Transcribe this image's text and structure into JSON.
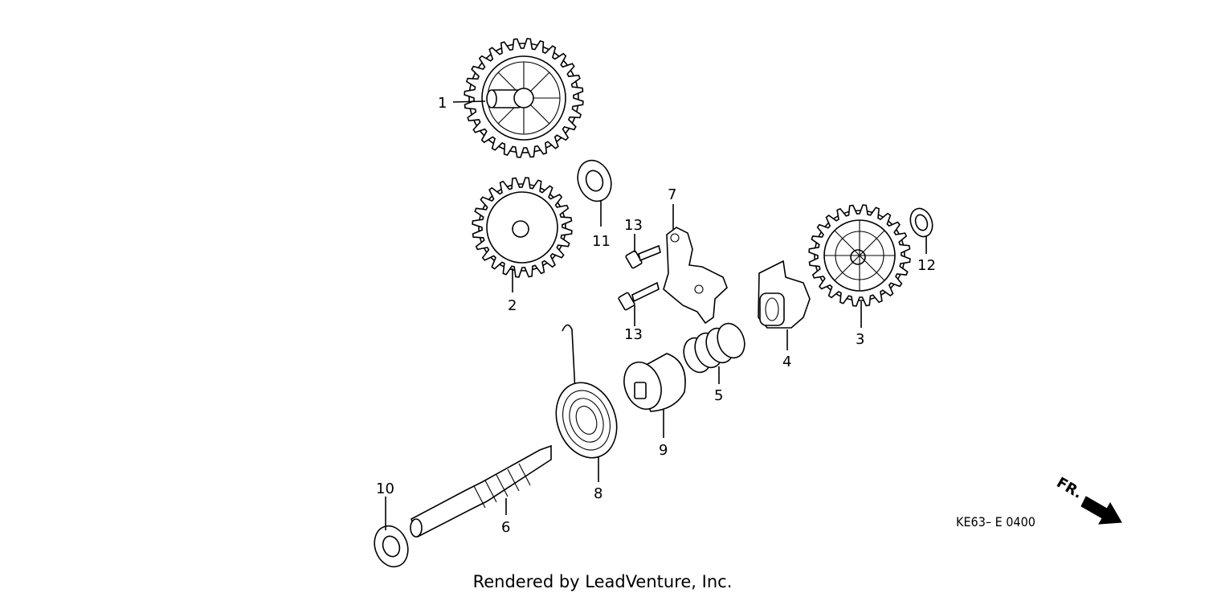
{
  "callouts": {
    "c1": "1",
    "c2": "2",
    "c3": "3",
    "c4": "4",
    "c5": "5",
    "c6": "6",
    "c7": "7",
    "c8": "8",
    "c9": "9",
    "c10": "10",
    "c11": "11",
    "c12": "12",
    "c13a": "13",
    "c13b": "13"
  },
  "diagram_code": "KE63– E 0400",
  "front_marker": "FR.",
  "footer": "Rendered by LeadVenture, Inc."
}
